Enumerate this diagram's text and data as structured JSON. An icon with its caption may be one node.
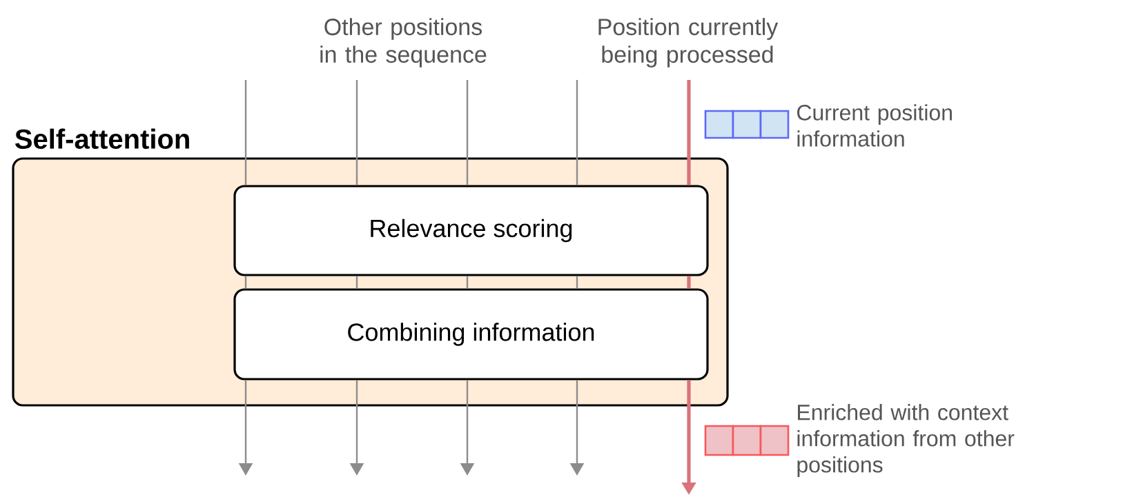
{
  "diagram": {
    "nodes": [
      {
        "text": [
          "Self-attention"
        ]
      },
      {
        "text": [
          "Relevance scoring"
        ],
        "in": 0
      },
      {
        "text": [
          "Combining information"
        ],
        "in": 0
      }
    ],
    "edges": [
      {
        "from": null,
        "to": 1,
        "arrow": "none"
      },
      {
        "from": 1,
        "to": 2,
        "arrow": "none"
      },
      {
        "from": 2,
        "to": null,
        "arrow": "to"
      },
      {
        "from": null,
        "to": 1,
        "arrow": "none"
      },
      {
        "from": 1,
        "to": 2,
        "arrow": "none"
      },
      {
        "from": 2,
        "to": null,
        "arrow": "to"
      },
      {
        "from": null,
        "to": 1,
        "arrow": "none"
      },
      {
        "from": 1,
        "to": 2,
        "arrow": "none"
      },
      {
        "from": 2,
        "to": null,
        "arrow": "to"
      },
      {
        "from": null,
        "to": 1,
        "arrow": "none"
      },
      {
        "from": 1,
        "to": 2,
        "arrow": "none"
      },
      {
        "from": 2,
        "to": null,
        "arrow": "to"
      },
      {
        "from": null,
        "to": 1,
        "arrow": "none",
        "style": "thick",
        "color": "#d9737b"
      },
      {
        "from": 1,
        "to": 2,
        "arrow": "none",
        "style": "thick",
        "color": "#d9737b"
      },
      {
        "from": 2,
        "to": null,
        "arrow": "to",
        "style": "thick",
        "color": "#d9737b"
      }
    ],
    "labels": [
      "Other positions in the sequence",
      "Position currently being processed"
    ],
    "legend": [
      {
        "text": "Current position information",
        "color": "#d0e4f3"
      },
      {
        "text": "Enriched with context information from other positions",
        "color": "#eec2c7"
      }
    ]
  }
}
